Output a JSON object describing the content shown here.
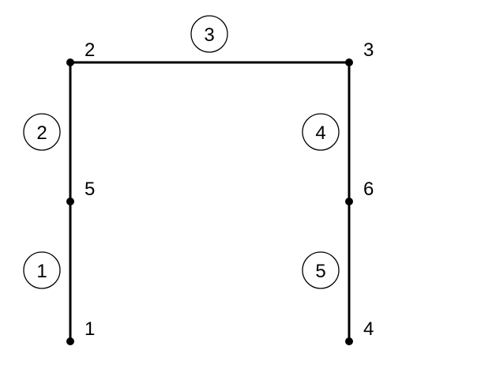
{
  "diagram": {
    "title": "Frame structure: nodes and elements",
    "nodes": [
      {
        "id": "1",
        "label": "1"
      },
      {
        "id": "2",
        "label": "2"
      },
      {
        "id": "3",
        "label": "3"
      },
      {
        "id": "4",
        "label": "4"
      },
      {
        "id": "5",
        "label": "5"
      },
      {
        "id": "6",
        "label": "6"
      }
    ],
    "elements": [
      {
        "id": "1",
        "label": "1",
        "from": "1",
        "to": "5"
      },
      {
        "id": "2",
        "label": "2",
        "from": "5",
        "to": "2"
      },
      {
        "id": "3",
        "label": "3",
        "from": "2",
        "to": "3"
      },
      {
        "id": "4",
        "label": "4",
        "from": "3",
        "to": "6"
      },
      {
        "id": "5",
        "label": "5",
        "from": "6",
        "to": "4"
      }
    ],
    "colors": {
      "line": "#000000",
      "background": "#ffffff"
    }
  }
}
